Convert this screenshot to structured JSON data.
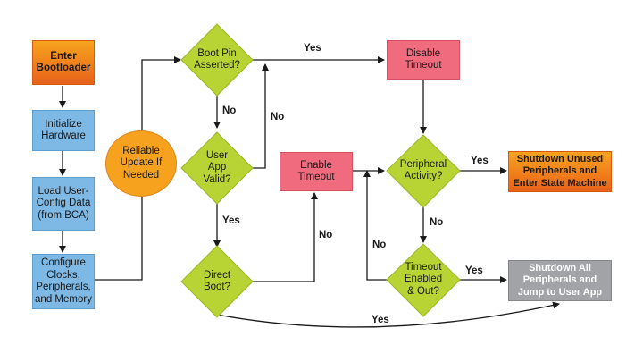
{
  "nodes": {
    "enter_bootloader": "Enter\nBootloader",
    "initialize_hardware": "Initialize\nHardware",
    "load_config": "Load User-\nConfig Data\n(from BCA)",
    "configure": "Configure\nClocks,\nPeripherals,\nand Memory",
    "reliable_update": "Reliable\nUpdate If\nNeeded",
    "boot_pin": "Boot Pin\nAsserted?",
    "user_app_valid": "User\nApp\nValid?",
    "direct_boot": "Direct\nBoot?",
    "disable_timeout": "Disable\nTimeout",
    "enable_timeout": "Enable\nTimeout",
    "peripheral_activity": "Peripheral\nActivity?",
    "timeout_enabled": "Timeout\nEnabled\n& Out?",
    "shutdown_unused": "Shutdown Unused\nPeripherals and\nEnter State Machine",
    "shutdown_all": "Shutdown All\nPeripherals and\nJump to User App"
  },
  "edge_labels": {
    "boot_yes": "Yes",
    "boot_no": "No",
    "userapp_no": "No",
    "userapp_yes": "Yes",
    "direct_no": "No",
    "direct_yes": "Yes",
    "periph_yes": "Yes",
    "periph_no": "No",
    "timeout_yes": "Yes",
    "timeout_no": "No"
  },
  "colors": {
    "diamond": "#b8d334",
    "diamond_stroke": "#9db62a",
    "line": "#1a1a1a"
  }
}
